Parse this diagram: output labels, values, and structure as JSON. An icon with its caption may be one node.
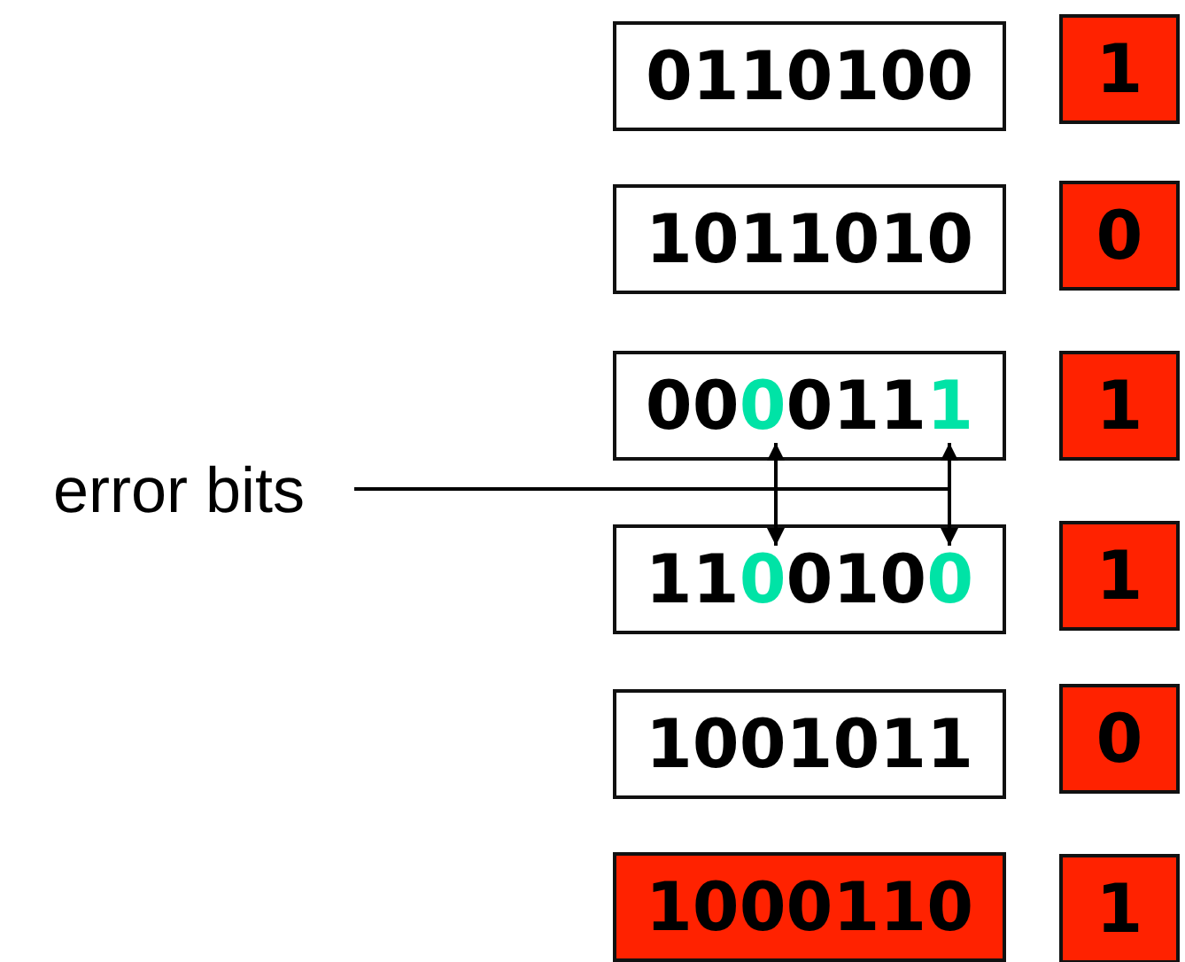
{
  "diagram": {
    "nodes": [
      {
        "text": [
          "0110100"
        ]
      },
      {
        "text": [
          "1"
        ]
      },
      {
        "text": [
          "1011010"
        ]
      },
      {
        "text": [
          "0"
        ]
      },
      {
        "text": [
          "0000111"
        ]
      },
      {
        "text": [
          "1"
        ]
      },
      {
        "text": [
          "error bits"
        ]
      },
      {
        "text": [
          "1100100"
        ]
      },
      {
        "text": [
          "1"
        ]
      },
      {
        "text": [
          "1001011"
        ]
      },
      {
        "text": [
          "0"
        ]
      },
      {
        "text": [
          "1000110"
        ]
      },
      {
        "text": [
          "1"
        ]
      }
    ],
    "edges": [
      {
        "from": 4,
        "to": 7,
        "arrow": "both"
      },
      {
        "from": 4,
        "to": 7,
        "arrow": "both"
      },
      {
        "from": 6,
        "to": null,
        "arrow": "none"
      }
    ]
  }
}
